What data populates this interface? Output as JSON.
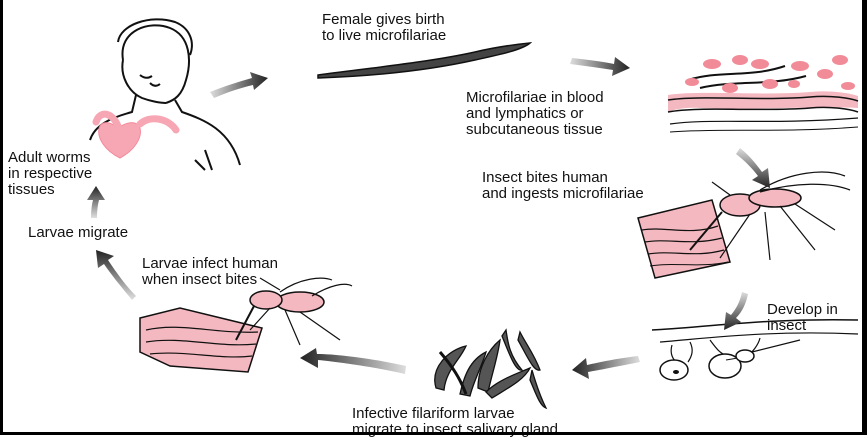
{
  "cycle": {
    "steps": [
      {
        "id": "female-birth",
        "lines": [
          "Female gives birth",
          "to live microfilariae"
        ]
      },
      {
        "id": "microfilariae-blood",
        "lines": [
          "Microfilariae in blood",
          "and lymphatics or",
          "subcutaneous tissue"
        ]
      },
      {
        "id": "insect-bites",
        "lines": [
          "Insect bites human",
          "and ingests microfilariae"
        ]
      },
      {
        "id": "develop-insect",
        "lines": [
          "Develop in",
          "insect"
        ]
      },
      {
        "id": "infective-larvae",
        "lines": [
          "Infective filariform larvae",
          "migrate to insect salivary gland"
        ]
      },
      {
        "id": "larvae-infect",
        "lines": [
          "Larvae infect human",
          "when insect bites"
        ]
      },
      {
        "id": "larvae-migrate",
        "lines": [
          "Larvae migrate"
        ]
      },
      {
        "id": "adult-worms",
        "lines": [
          "Adult worms",
          "in respective",
          "tissues"
        ]
      }
    ]
  },
  "colors": {
    "ink": "#111111",
    "tissue_pink": "#f4b8c0",
    "heart_pink": "#f7a7b4",
    "cell_pink": "#f28b98",
    "arrow_dark": "#2b2b2b",
    "arrow_light": "#cfcfcf"
  }
}
